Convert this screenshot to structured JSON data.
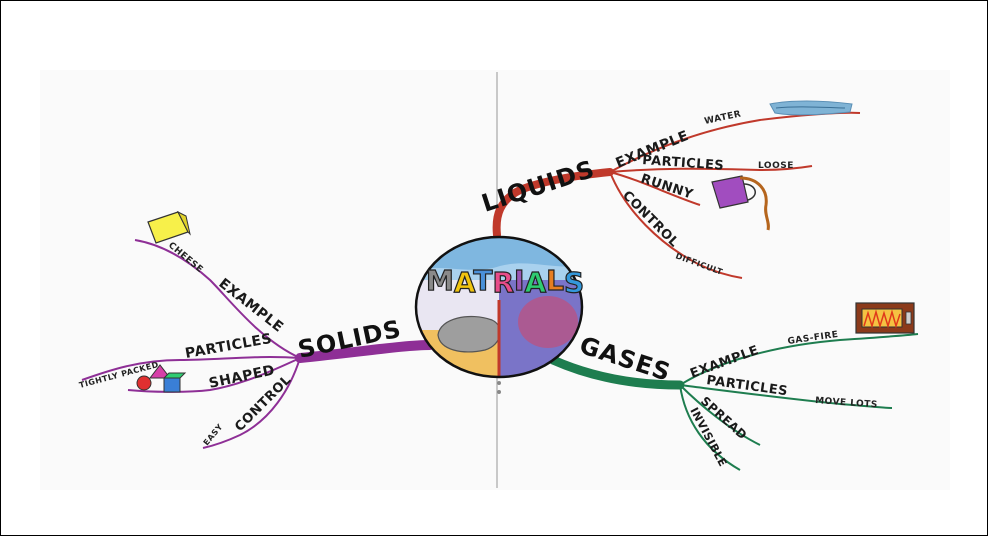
{
  "center": {
    "title_letters": [
      "M",
      "A",
      "T",
      "R",
      "I",
      "A",
      "L",
      "S"
    ],
    "title_colors": [
      "#8a8a8a",
      "#f1c40f",
      "#4a90d9",
      "#e84c8a",
      "#9b59b6",
      "#2ecc71",
      "#e67e22",
      "#3498db"
    ]
  },
  "solids": {
    "title": "SOLIDS",
    "color": "#8e2f96",
    "example": "EXAMPLE",
    "example_value": "CHEESE",
    "particles": "PARTICLES",
    "particles_value": "TIGHTLY PACKED",
    "shaped": "SHAPED",
    "control": "CONTROL",
    "control_value": "EASY"
  },
  "liquids": {
    "title": "LIQUIDS",
    "color": "#c0392b",
    "example": "EXAMPLE",
    "example_value": "WATER",
    "particles": "PARTICLES",
    "particles_value": "LOOSE",
    "runny": "RUNNY",
    "control": "CONTROL",
    "control_value": "DIFFICULT"
  },
  "gases": {
    "title": "GASES",
    "color": "#1e7d4f",
    "example": "EXAMPLE",
    "example_value": "GAS-FIRE",
    "particles": "PARTICLES",
    "particles_value": "MOVE LOTS",
    "spread": "SPREAD",
    "invisible": "INVISIBLE"
  }
}
